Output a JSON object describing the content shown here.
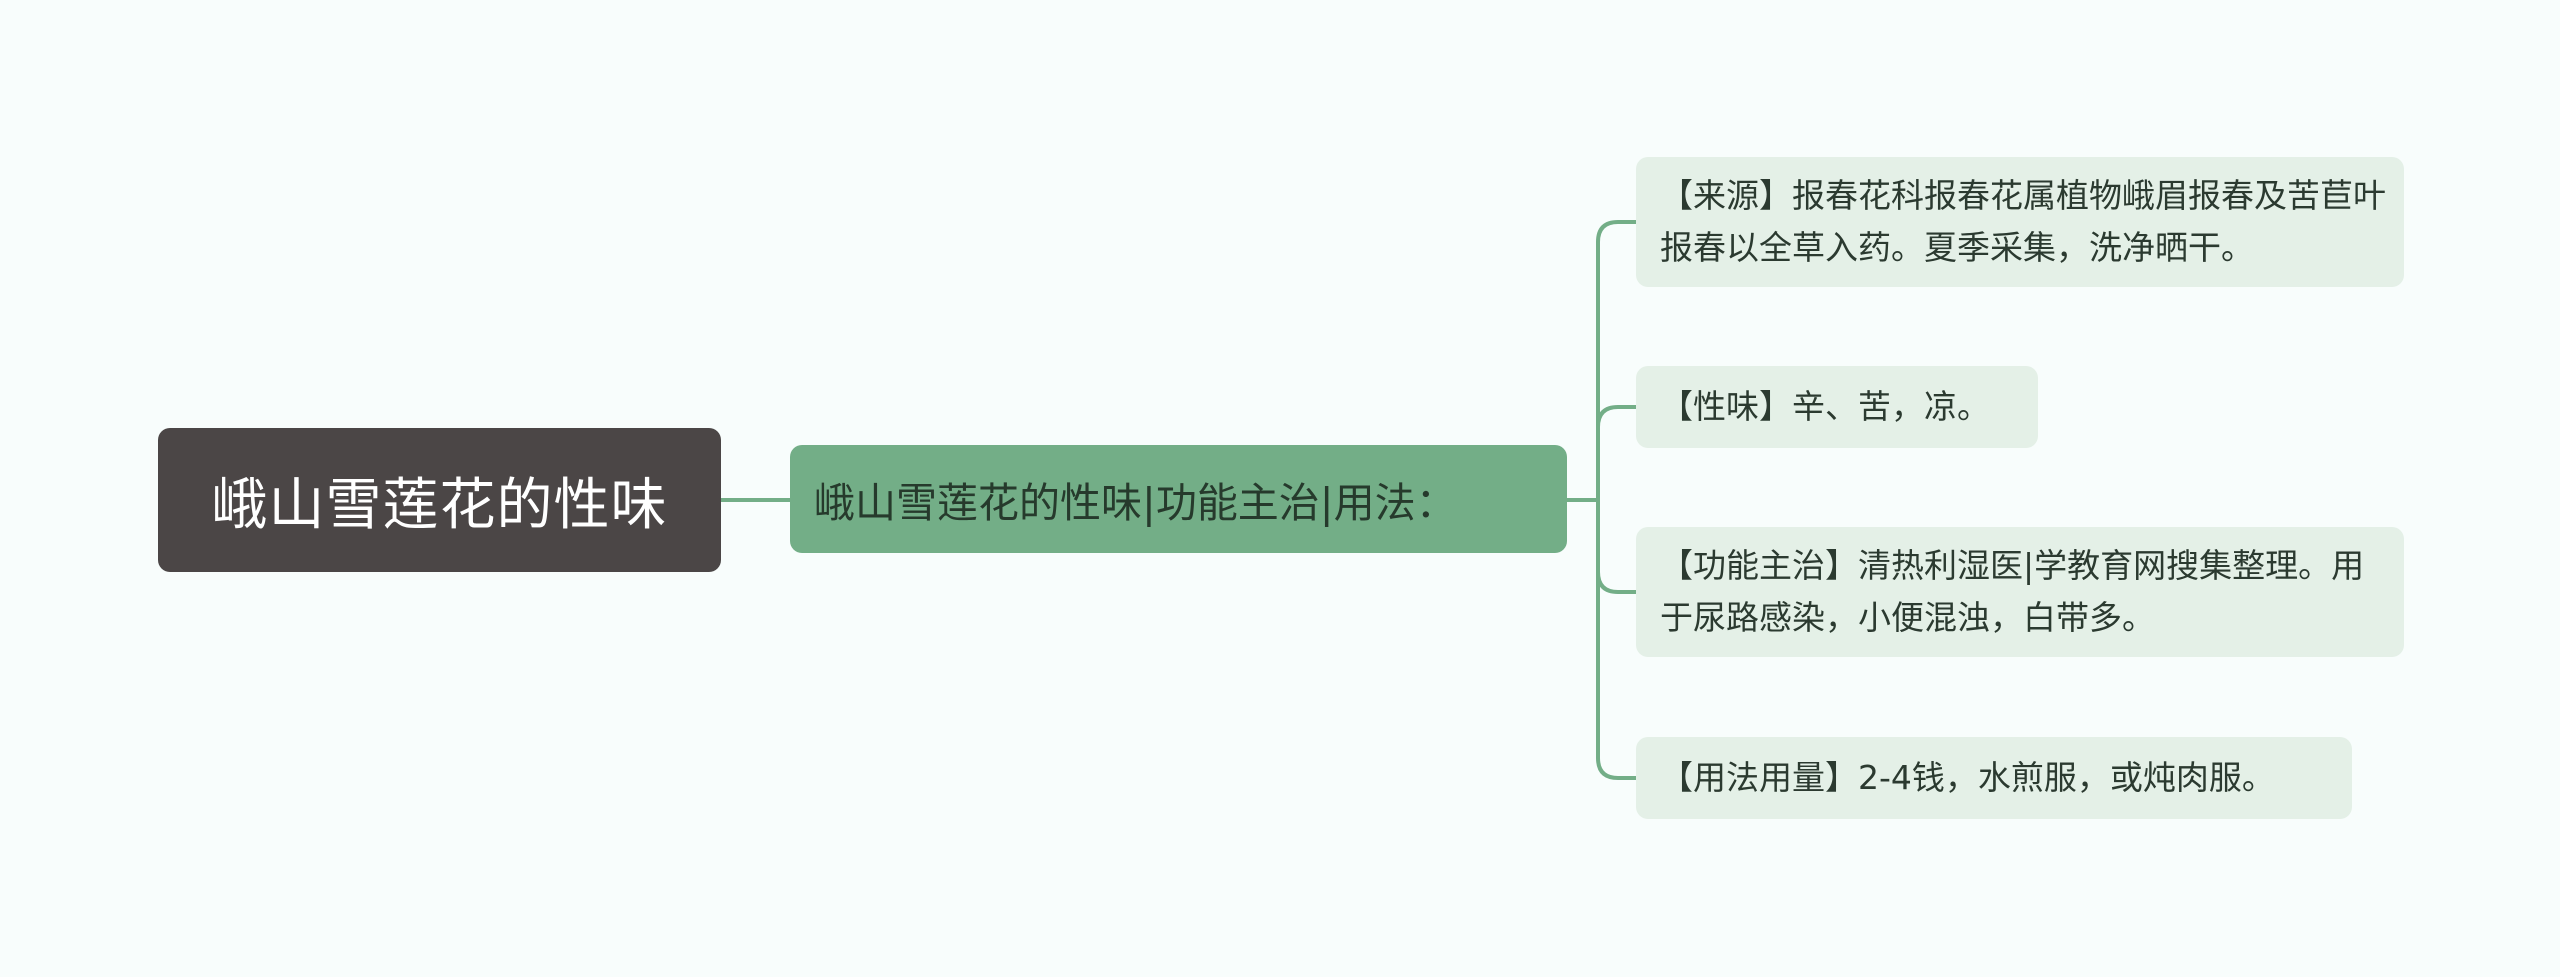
{
  "colors": {
    "background": "#f8fdfc",
    "root_fill": "#4b4646",
    "root_text": "#ffffff",
    "main_fill": "#73ae87",
    "main_text": "#263a2c",
    "leaf_fill": "#e4f0e7",
    "leaf_text": "#2b3a30",
    "connector": "#73ae87"
  },
  "mindmap": {
    "root": {
      "label": "峨山雪莲花的性味"
    },
    "main": {
      "label": "峨山雪莲花的性味|功能主治|用法："
    },
    "leaves": [
      {
        "label": "【来源】报春花科报春花属植物峨眉报春及苦苣叶报春以全草入药。夏季采集，洗净晒干。"
      },
      {
        "label": "【性味】辛、苦，凉。"
      },
      {
        "label": "【功能主治】清热利湿医|学教育网搜集整理。用于尿路感染，小便混浊，白带多。"
      },
      {
        "label": "【用法用量】2-4钱，水煎服，或炖肉服。"
      }
    ]
  }
}
